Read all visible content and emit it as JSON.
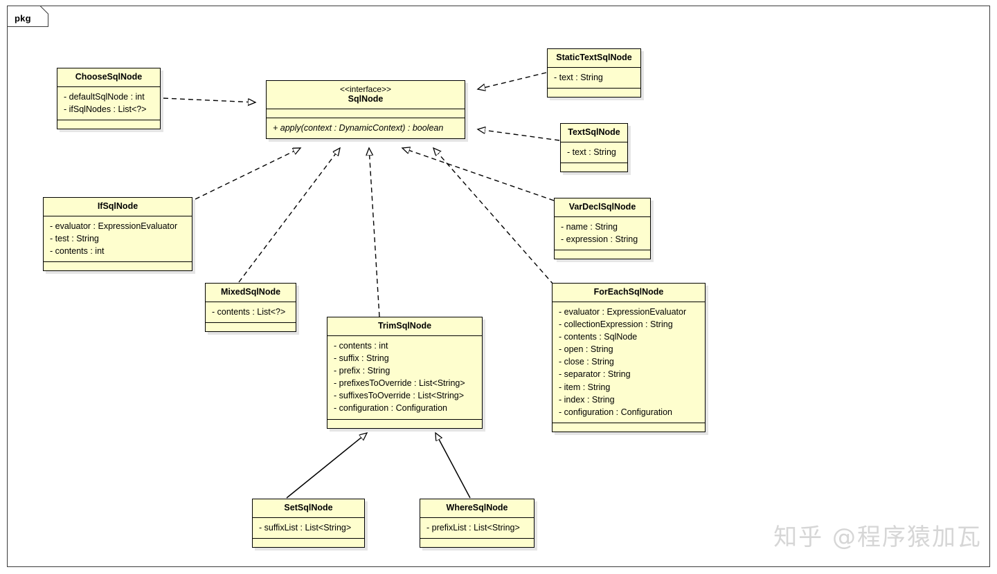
{
  "frame": {
    "label": "pkg"
  },
  "watermark": {
    "text": "知乎 @程序猿加瓦"
  },
  "colors": {
    "class_fill": "#FEFECE",
    "class_border": "#000000",
    "page_background": "#FFFFFF",
    "frame_border": "#3A3A3A",
    "watermark": "#D6D6D6"
  },
  "classes": {
    "sqlnode": {
      "stereotype": "<<interface>>",
      "name": "SqlNode",
      "attributes": [],
      "operations": [
        "+ apply(context : DynamicContext) : boolean"
      ]
    },
    "choosesqlnode": {
      "name": "ChooseSqlNode",
      "attributes": [
        "- defaultSqlNode : int",
        "- ifSqlNodes : List<?>"
      ],
      "operations": []
    },
    "statictextsqlnode": {
      "name": "StaticTextSqlNode",
      "attributes": [
        "- text : String"
      ],
      "operations": []
    },
    "textsqlnode": {
      "name": "TextSqlNode",
      "attributes": [
        "- text : String"
      ],
      "operations": []
    },
    "ifsqlnode": {
      "name": "IfSqlNode",
      "attributes": [
        "- evaluator : ExpressionEvaluator",
        "- test : String",
        "- contents : int"
      ],
      "operations": []
    },
    "vardeclsqlnode": {
      "name": "VarDeclSqlNode",
      "attributes": [
        "- name : String",
        "- expression : String"
      ],
      "operations": []
    },
    "mixedsqlnode": {
      "name": "MixedSqlNode",
      "attributes": [
        "- contents : List<?>"
      ],
      "operations": []
    },
    "trimsqlnode": {
      "name": "TrimSqlNode",
      "attributes": [
        "- contents : int",
        "- suffix : String",
        "- prefix : String",
        "- prefixesToOverride : List<String>",
        "- suffixesToOverride : List<String>",
        "- configuration : Configuration"
      ],
      "operations": []
    },
    "foreachsqlnode": {
      "name": "ForEachSqlNode",
      "attributes": [
        "- evaluator : ExpressionEvaluator",
        "- collectionExpression : String",
        "- contents : SqlNode",
        "- open : String",
        "- close : String",
        "- separator : String",
        "- item : String",
        "- index : String",
        "- configuration : Configuration"
      ],
      "operations": []
    },
    "setsqlnode": {
      "name": "SetSqlNode",
      "attributes": [
        "- suffixList : List<String>"
      ],
      "operations": []
    },
    "wheresqlnode": {
      "name": "WhereSqlNode",
      "attributes": [
        "- prefixList : List<String>"
      ],
      "operations": []
    }
  },
  "relationships": [
    {
      "from": "ChooseSqlNode",
      "to": "SqlNode",
      "type": "realization"
    },
    {
      "from": "StaticTextSqlNode",
      "to": "SqlNode",
      "type": "realization"
    },
    {
      "from": "TextSqlNode",
      "to": "SqlNode",
      "type": "realization"
    },
    {
      "from": "IfSqlNode",
      "to": "SqlNode",
      "type": "realization"
    },
    {
      "from": "MixedSqlNode",
      "to": "SqlNode",
      "type": "realization"
    },
    {
      "from": "TrimSqlNode",
      "to": "SqlNode",
      "type": "realization"
    },
    {
      "from": "VarDeclSqlNode",
      "to": "SqlNode",
      "type": "realization"
    },
    {
      "from": "ForEachSqlNode",
      "to": "SqlNode",
      "type": "realization"
    },
    {
      "from": "SetSqlNode",
      "to": "TrimSqlNode",
      "type": "generalization"
    },
    {
      "from": "WhereSqlNode",
      "to": "TrimSqlNode",
      "type": "generalization"
    }
  ]
}
